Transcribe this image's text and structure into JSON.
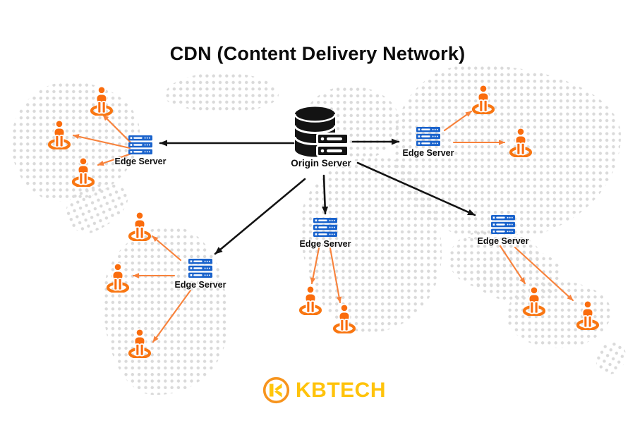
{
  "title": "CDN (Content Delivery Network)",
  "origin": {
    "label": "Origin Server",
    "icon": "database-server-icon"
  },
  "edge_servers": [
    {
      "region": "west",
      "label": "Edge Server",
      "icon": "server-rack-icon",
      "connected_users": 3
    },
    {
      "region": "northeast",
      "label": "Edge Server",
      "icon": "server-rack-icon",
      "connected_users": 2
    },
    {
      "region": "central",
      "label": "Edge Server",
      "icon": "server-rack-icon",
      "connected_users": 2
    },
    {
      "region": "southwest",
      "label": "Edge Server",
      "icon": "server-rack-icon",
      "connected_users": 3
    },
    {
      "region": "southeast",
      "label": "Edge Server",
      "icon": "server-rack-icon",
      "connected_users": 2
    }
  ],
  "logo": {
    "text": "KBTECH",
    "icon": "kbtech-circle-k-icon"
  },
  "colors": {
    "user_orange": "#FA6C0D",
    "ring_orange": "#F97611",
    "arrow_orange": "#F8823B",
    "server_blue": "#1A63CC",
    "ink_black": "#131313",
    "map_dot_gray": "#DADADA",
    "logo_yellow": "#FFC30B",
    "logo_orange": "#F7941D"
  }
}
